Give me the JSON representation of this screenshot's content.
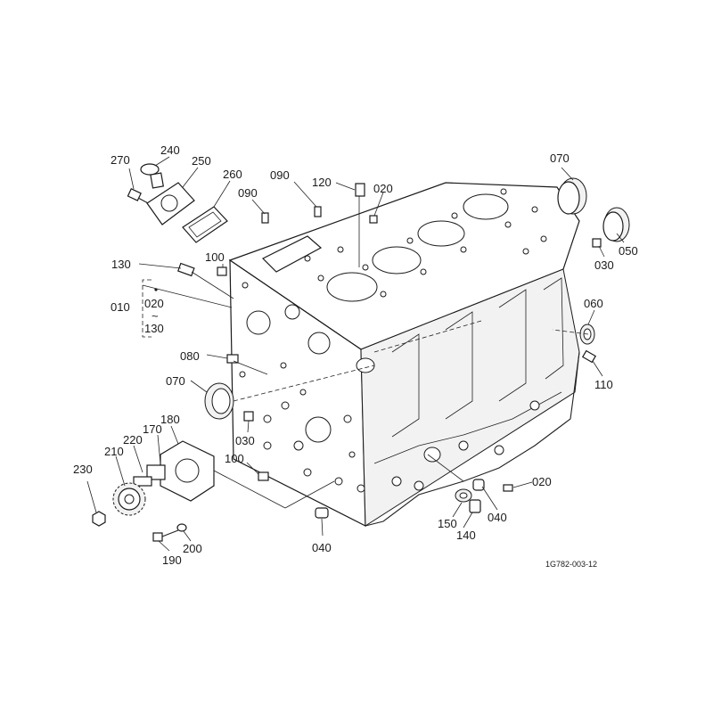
{
  "labels": {
    "l270": "270",
    "l240": "240",
    "l250": "250",
    "l260": "260",
    "l090a": "090",
    "l090b": "090",
    "l120": "120",
    "l020a": "020",
    "l070a": "070",
    "l050": "050",
    "l030a": "030",
    "l130": "130",
    "l100a": "100",
    "l010": "010",
    "l020b": "020",
    "l130b": "130",
    "l060": "060",
    "l080": "080",
    "l070b": "070",
    "l110": "110",
    "l180": "180",
    "l030b": "030",
    "l170": "170",
    "l220": "220",
    "l210": "210",
    "l100b": "100",
    "l230": "230",
    "l020c": "020",
    "l150": "150",
    "l040a": "040",
    "l140": "140",
    "l200": "200",
    "l190": "190",
    "l040b": "040"
  },
  "range_symbol": "~",
  "drawing_code": "1G782-003-12"
}
